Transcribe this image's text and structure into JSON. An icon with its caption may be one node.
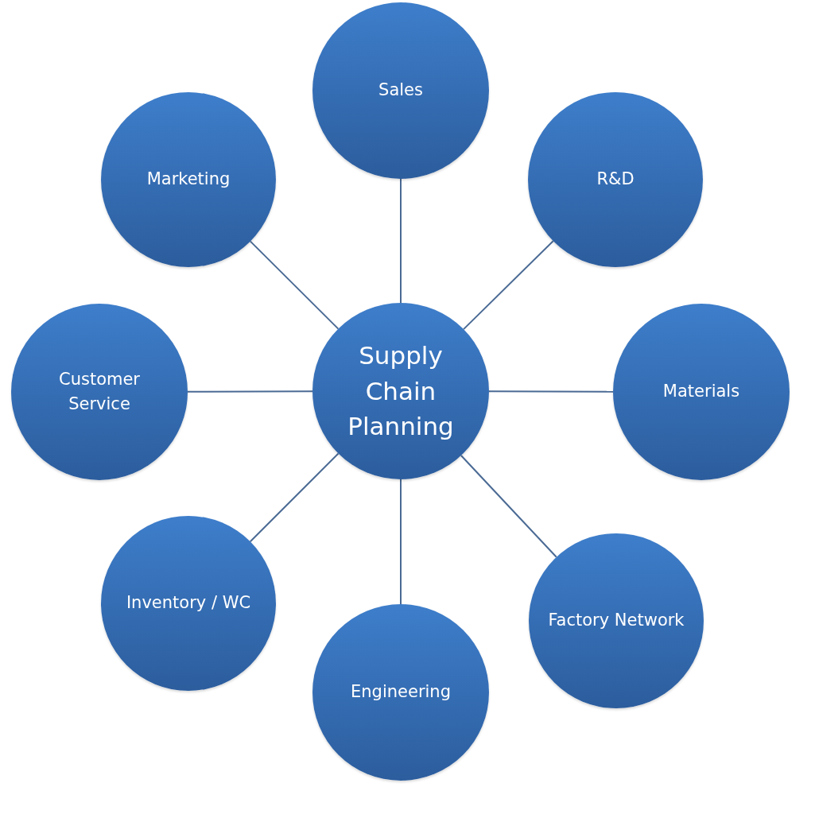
{
  "diagram": {
    "nodes": [
      {
        "text": [
          "Supply Chain Planning"
        ]
      },
      {
        "text": [
          "Sales"
        ]
      },
      {
        "text": [
          "R&D"
        ]
      },
      {
        "text": [
          "Materials"
        ]
      },
      {
        "text": [
          "Factory Network"
        ]
      },
      {
        "text": [
          "Engineering"
        ]
      },
      {
        "text": [
          "Inventory / WC"
        ]
      },
      {
        "text": [
          "Customer Service"
        ]
      },
      {
        "text": [
          "Marketing"
        ]
      }
    ],
    "edges": [
      {
        "from": 0,
        "to": 1,
        "arrow": "none"
      },
      {
        "from": 0,
        "to": 2,
        "arrow": "none"
      },
      {
        "from": 0,
        "to": 3,
        "arrow": "none"
      },
      {
        "from": 0,
        "to": 4,
        "arrow": "none"
      },
      {
        "from": 0,
        "to": 5,
        "arrow": "none"
      },
      {
        "from": 0,
        "to": 6,
        "arrow": "none"
      },
      {
        "from": 0,
        "to": 7,
        "arrow": "none"
      },
      {
        "from": 0,
        "to": 8,
        "arrow": "none"
      }
    ]
  }
}
